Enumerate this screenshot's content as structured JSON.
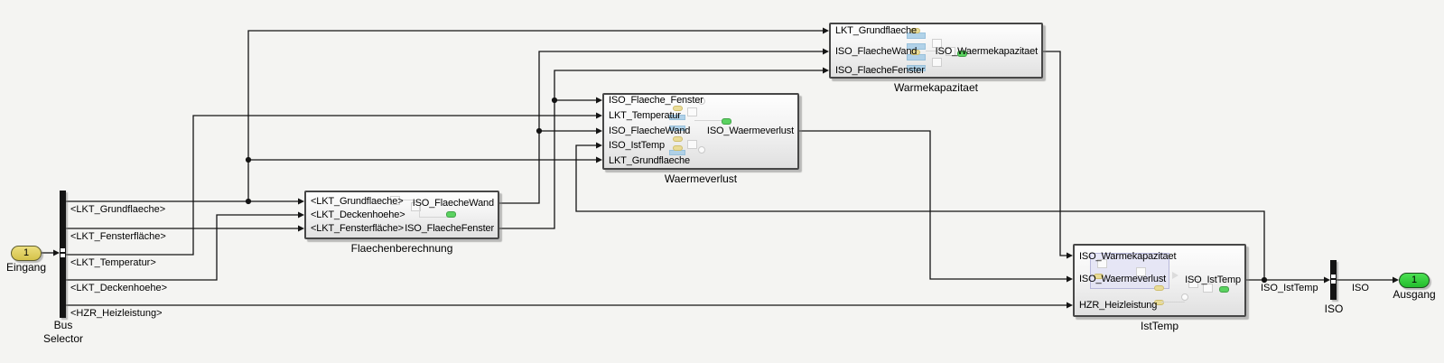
{
  "input_port": {
    "number": "1",
    "label": "Eingang"
  },
  "output_port": {
    "number": "1",
    "label": "Ausgang"
  },
  "bus_selector": {
    "label1": "Bus",
    "label2": "Selector",
    "outputs": [
      "<LKT_Grundflaeche>",
      "<LKT_Fensterfläche>",
      "<LKT_Temperatur>",
      "<LKT_Deckenhoehe>",
      "<HZR_Heizleistung>"
    ]
  },
  "bus_creator": {
    "label": "ISO"
  },
  "blocks": {
    "flaechenberechnung": {
      "title": "Flaechenberechnung",
      "inputs": [
        "<LKT_Grundflaeche>",
        "<LKT_Deckenhoehe>",
        "<LKT_Fensterfläche>"
      ],
      "outputs": [
        "ISO_FlaecheWand",
        "ISO_FlaecheFenster"
      ]
    },
    "warmekapazitaet": {
      "title": "Warmekapazitaet",
      "inputs": [
        "LKT_Grundflaeche",
        "ISO_FlaecheWand",
        "ISO_FlaecheFenster"
      ],
      "outputs": [
        "ISO_Waermekapazitaet"
      ]
    },
    "waermeverlust": {
      "title": "Waermeverlust",
      "inputs": [
        "ISO_Flaeche_Fenster",
        "LKT_Temperatur",
        "ISO_FlaecheWand",
        "ISO_IstTemp",
        "LKT_Grundflaeche"
      ],
      "outputs": [
        "ISO_Waermeverlust"
      ]
    },
    "isttemp": {
      "title": "IstTemp",
      "inputs": [
        "ISO_Warmekapazitaet",
        "ISO_Waermeverlust",
        "HZR_Heizleistung"
      ],
      "outputs": [
        "ISO_IstTemp"
      ]
    }
  },
  "signals": {
    "iso_isttemp": "ISO_IstTemp",
    "iso": "ISO"
  },
  "colors": {
    "canvas_background": "#f4f4f2",
    "wire": "#141414",
    "block_border": "#474747",
    "input_port_fill": "#e0d162",
    "output_port_fill": "#35d13c",
    "preview_blue": "#aacfe8",
    "preview_yellow": "#e9da8e",
    "preview_green": "#4bcf51",
    "preview_purple": "#e1e1f4"
  }
}
